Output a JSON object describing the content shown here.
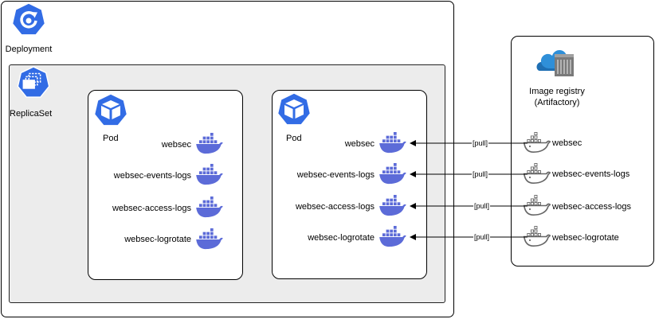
{
  "deployment": {
    "label": "Deployment"
  },
  "replicaset": {
    "label": "ReplicaSet"
  },
  "pods": [
    {
      "label": "Pod",
      "containers": [
        "websec",
        "websec-events-logs",
        "websec-access-logs",
        "websec-logrotate"
      ]
    },
    {
      "label": "Pod",
      "containers": [
        "websec",
        "websec-events-logs",
        "websec-access-logs",
        "websec-logrotate"
      ]
    }
  ],
  "registry": {
    "title_line1": "Image registry",
    "title_line2": "(Artifactory)",
    "images": [
      "websec",
      "websec-events-logs",
      "websec-access-logs",
      "websec-logrotate"
    ]
  },
  "connections": {
    "pull_label": "[pull]"
  },
  "colors": {
    "k8s_blue": "#326ce5",
    "docker_purple": "#5c6bd8",
    "azure_blue": "#2f8fd8",
    "docker_gray": "#666666"
  },
  "icons": {
    "deployment": "k8s-deployment-icon",
    "replicaset": "k8s-replicaset-icon",
    "pod": "k8s-pod-icon",
    "container": "docker-whale-icon",
    "registry": "azure-container-registry-icon",
    "image": "docker-whale-outline-icon"
  }
}
